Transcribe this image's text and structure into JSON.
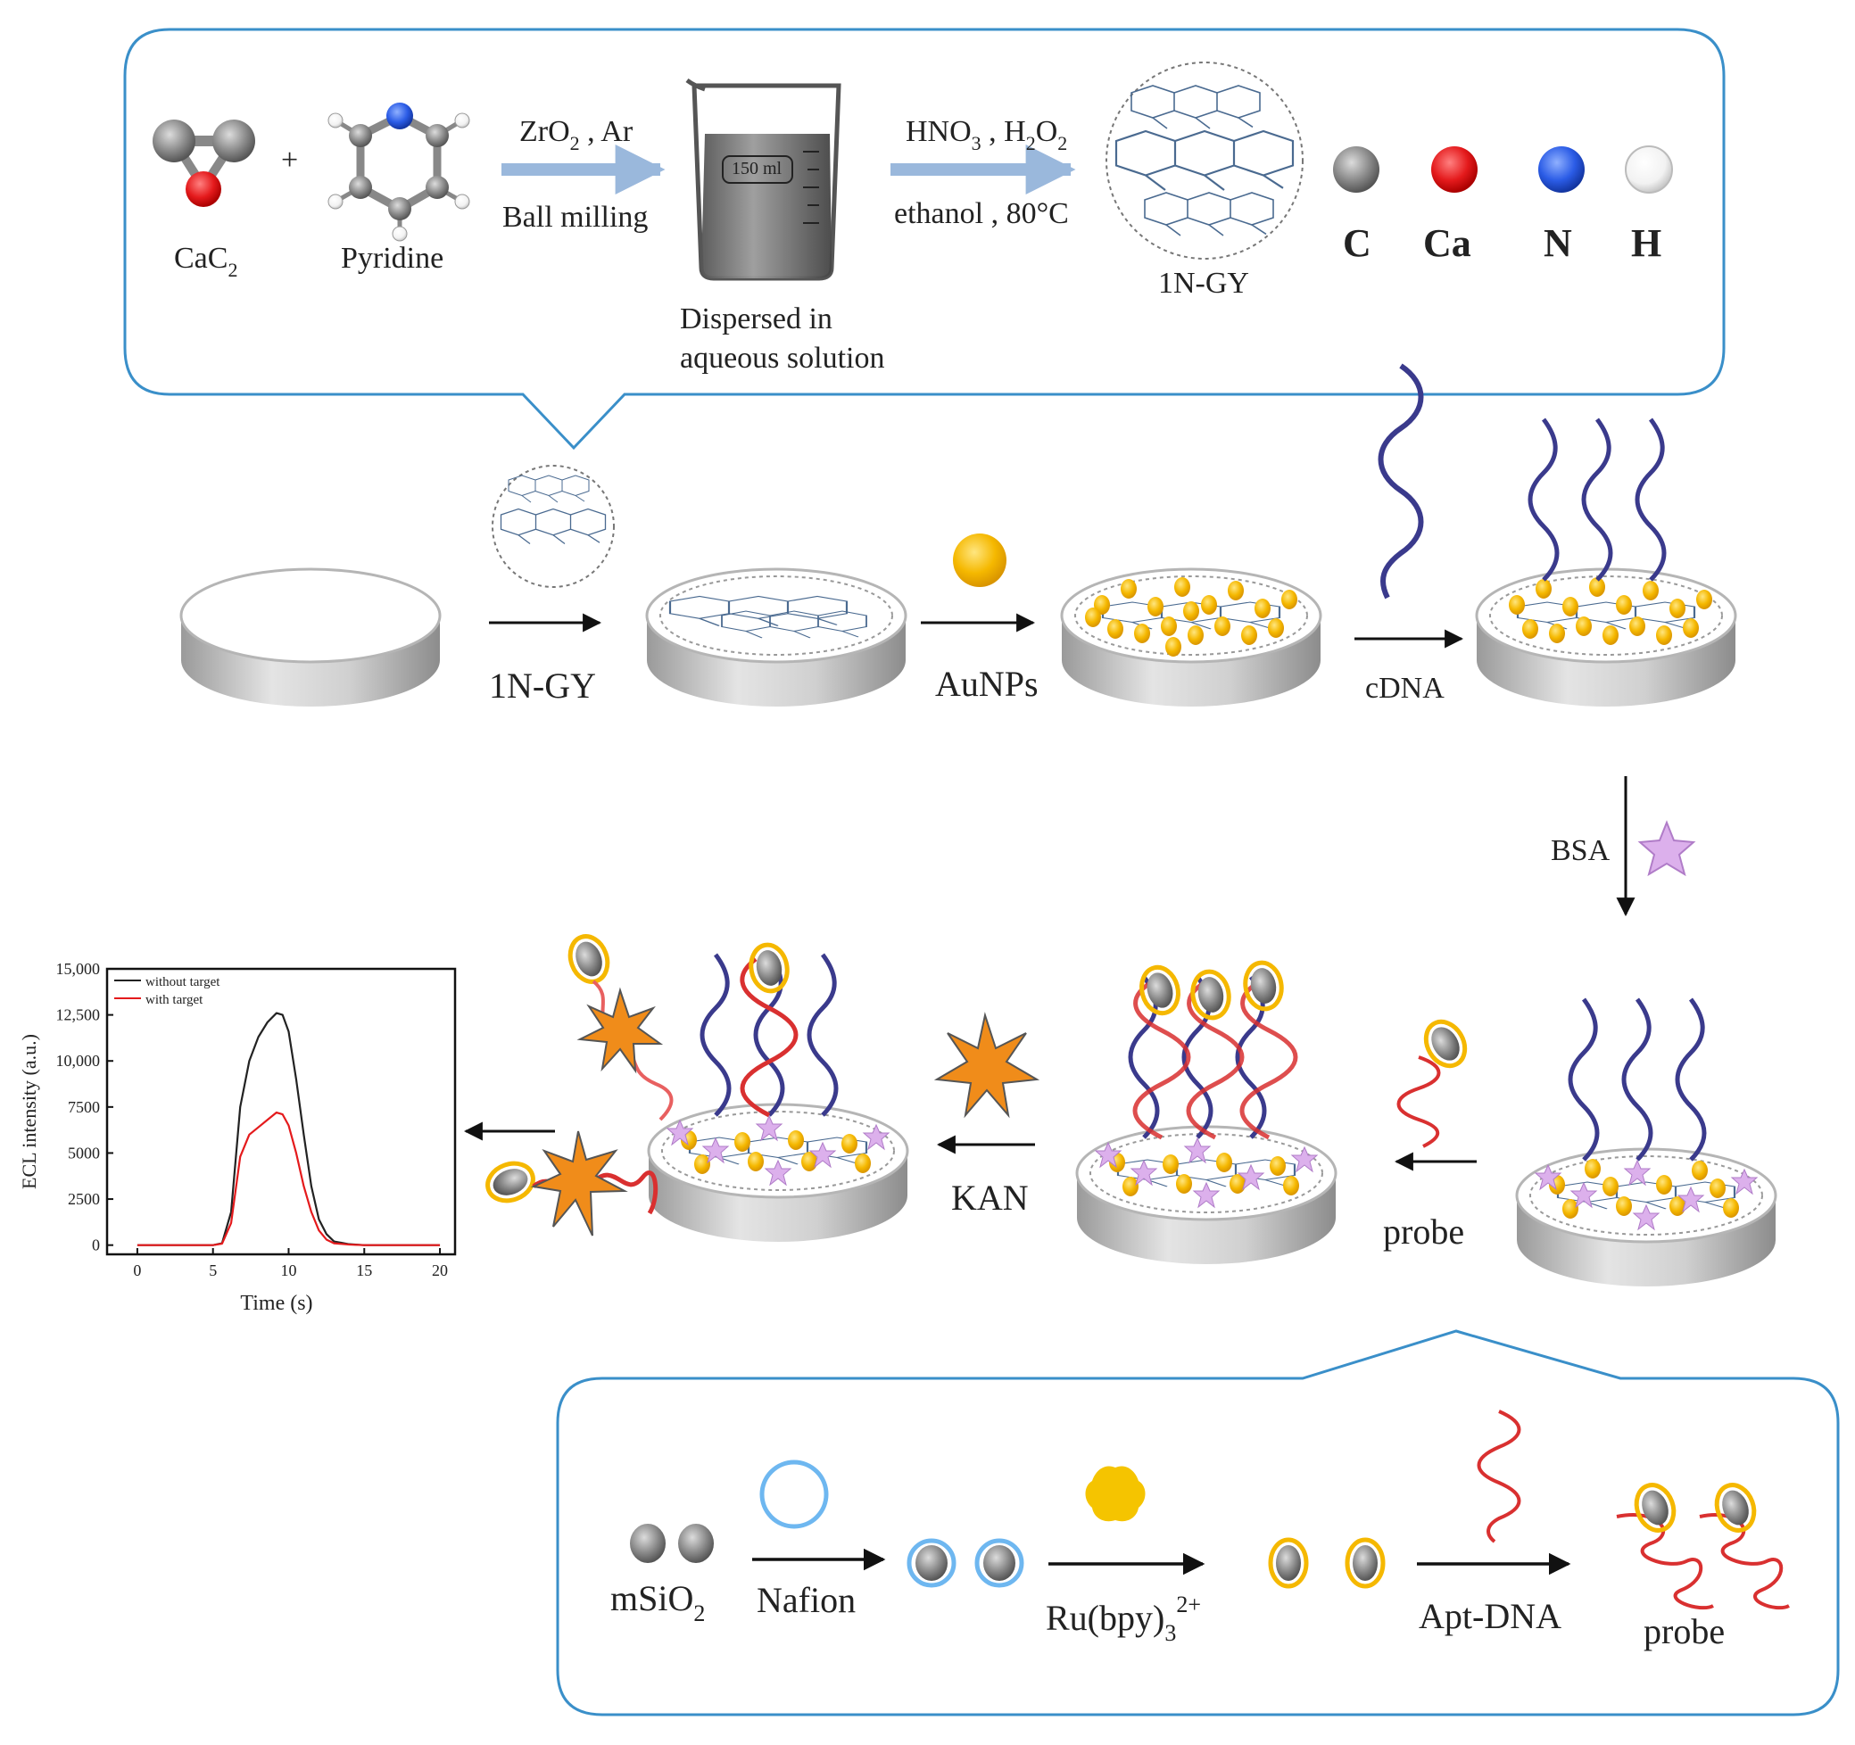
{
  "synthesis": {
    "reactant1": "CaC",
    "reactant1_sub": "2",
    "plus": "+",
    "reactant2": "Pyridine",
    "step1_top_a": "ZrO",
    "step1_top_sub": "2",
    "step1_top_b": " , Ar",
    "step1_bottom": "Ball milling",
    "beaker_volume": "150 ml",
    "beaker_caption_1": "Dispersed in",
    "beaker_caption_2": "aqueous solution",
    "step2_top_a": "HNO",
    "step2_top_sub1": "3",
    "step2_top_b": " , H",
    "step2_top_sub2": "2",
    "step2_top_c": "O",
    "step2_top_sub3": "2",
    "step2_bottom": "ethanol , 80°C",
    "product": "1N-GY",
    "legend": [
      {
        "symbol": "C",
        "color": "#8a8a8a"
      },
      {
        "symbol": "Ca",
        "color": "#e41a1c"
      },
      {
        "symbol": "N",
        "color": "#2b5ce6"
      },
      {
        "symbol": "H",
        "color": "#f4f4f4"
      }
    ]
  },
  "electrode_steps": {
    "step_1n_gy": "1N-GY",
    "step_aunps": "AuNPs",
    "step_cdna": "cDNA",
    "step_bsa": "BSA",
    "step_probe": "probe",
    "step_kan": "KAN"
  },
  "probe_prep": {
    "start": "mSiO",
    "start_sub": "2",
    "step_nafion": "Nafion",
    "step_ru_a": "Ru(bpy)",
    "step_ru_sub": "3",
    "step_ru_sup": "2+",
    "step_apt": "Apt-DNA",
    "end": "probe"
  },
  "colors": {
    "box_border": "#3a8fc9",
    "gold": "#f5b800",
    "dna_blue": "#3a3a8c",
    "dna_red": "#d93030",
    "bsa": "#d8a8e8",
    "kan": "#f08c1a",
    "arrow_blue": "#9ab8dc"
  },
  "chart_data": {
    "type": "line",
    "xlabel": "Time (s)",
    "ylabel": "ECL intensity (a.u.)",
    "xlim": [
      -2,
      21
    ],
    "ylim": [
      -500,
      15000
    ],
    "xticks": [
      0,
      5,
      10,
      15,
      20
    ],
    "xtick_labels": [
      "0",
      "5",
      "10",
      "15",
      "20"
    ],
    "yticks": [
      0,
      2500,
      5000,
      7500,
      10000,
      12500,
      15000
    ],
    "ytick_labels": [
      "0",
      "2500",
      "5000",
      "7500",
      "10,000",
      "12,500",
      "15,000"
    ],
    "legend_position": "top-left",
    "series": [
      {
        "name": "without target",
        "color": "#222222",
        "x": [
          0,
          5,
          5.6,
          6.2,
          6.8,
          7.4,
          8.0,
          8.6,
          9.2,
          9.6,
          10.0,
          10.5,
          11.0,
          11.5,
          12.0,
          12.5,
          13.0,
          14,
          15,
          20
        ],
        "y": [
          0,
          0,
          100,
          1800,
          7500,
          10000,
          11300,
          12100,
          12600,
          12500,
          11600,
          9000,
          6000,
          3200,
          1400,
          600,
          200,
          50,
          0,
          0
        ]
      },
      {
        "name": "with target",
        "color": "#e41a1c",
        "x": [
          0,
          5,
          5.6,
          6.2,
          6.8,
          7.4,
          8.0,
          8.6,
          9.2,
          9.6,
          10.0,
          10.5,
          11.0,
          11.5,
          12.0,
          12.5,
          13.0,
          14,
          15,
          20
        ],
        "y": [
          0,
          0,
          80,
          1200,
          4800,
          6000,
          6400,
          6800,
          7200,
          7100,
          6500,
          5000,
          3200,
          1800,
          800,
          300,
          100,
          30,
          0,
          0
        ]
      }
    ]
  }
}
